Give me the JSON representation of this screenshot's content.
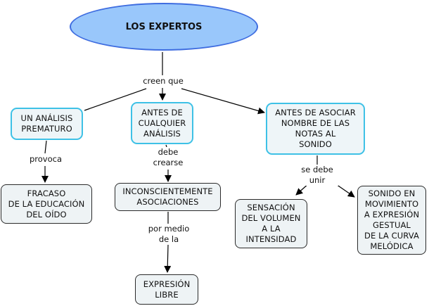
{
  "root": {
    "text": "LOS EXPERTOS",
    "fill": "#99c7fb",
    "stroke": "#3f6de0"
  },
  "nodes": {
    "analisis_prematuro": "UN ANÁLISIS\nPREMATURO",
    "antes_analisis": "ANTES DE\nCUALQUIER\nANÁLISIS",
    "antes_asociar": "ANTES DE ASOCIAR\nNOMBRE DE LAS\nNOTAS AL\nSONIDO",
    "fracaso": "FRACASO\nDE LA EDUCACIÓN\nDEL OÍDO",
    "inconscientemente": "INCONSCIENTEMENTE\nASOCIACIONES",
    "expresion_libre": "EXPRESIÓN\nLIBRE",
    "sensacion": "SENSACIÓN\nDEL VOLUMEN\nA LA\nINTENSIDAD",
    "sonido_movimiento": "SONIDO EN\nMOVIMIENTO\nA EXPRESIÓN\nGESTUAL\nDE LA CURVA\nMELÓDICA"
  },
  "links": {
    "creen_que": "creen que",
    "provoca": "provoca",
    "debe_crearse": "debe\ncrearse",
    "por_medio": "por medio\nde la",
    "se_debe_unir": "se debe\nunir"
  },
  "colors": {
    "concept_border_accent": "#3ec1e6",
    "concept_fill": "#eef5f8",
    "plain_border": "#2a2a2a"
  }
}
